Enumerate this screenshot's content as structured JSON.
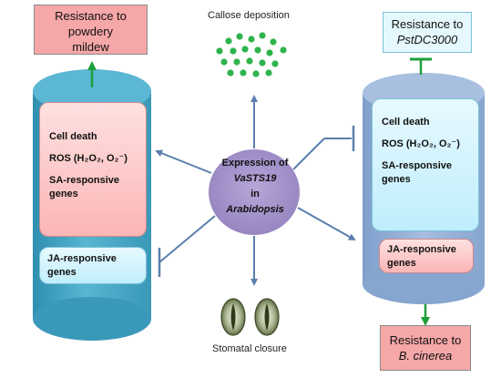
{
  "center": {
    "line1": "Expression of",
    "line2": "VaSTS19",
    "line3": "in",
    "line4": "Arabidopsis"
  },
  "top": {
    "label": "Callose deposition"
  },
  "bottom": {
    "label": "Stomatal closure"
  },
  "left_panel": {
    "upper_box": {
      "line1": "Cell death",
      "line2": "ROS (H₂O₂, O₂⁻)",
      "line3": "SA-responsive",
      "line4": "genes"
    },
    "lower_box": {
      "line1": "JA-responsive",
      "line2": "genes"
    },
    "outcome": {
      "line1": "Resistance  to",
      "line2": "powdery",
      "line3": "mildew"
    }
  },
  "right_panel": {
    "upper_box": {
      "line1": "Cell death",
      "line2": "ROS (H₂O₂, O₂⁻)",
      "line3": "SA-responsive",
      "line4": "genes"
    },
    "lower_box": {
      "line1": "JA-responsive",
      "line2": "genes"
    },
    "outcome_top": {
      "line1": "Resistance to",
      "line2": "PstDC3000"
    },
    "outcome_bottom": {
      "line1": "Resistance to",
      "line2": "B. cinerea"
    }
  },
  "colors": {
    "cylinder_left": "#4aa9c6",
    "cylinder_right": "#90aed6",
    "center_ellipse": "#a28fc6",
    "arrow_blue": "#5a7fae",
    "arrow_green": "#1e9e3a",
    "callose_dots": "#2eb34a",
    "pink_box": "#fbb5b5",
    "blue_box": "#bfeefc"
  }
}
